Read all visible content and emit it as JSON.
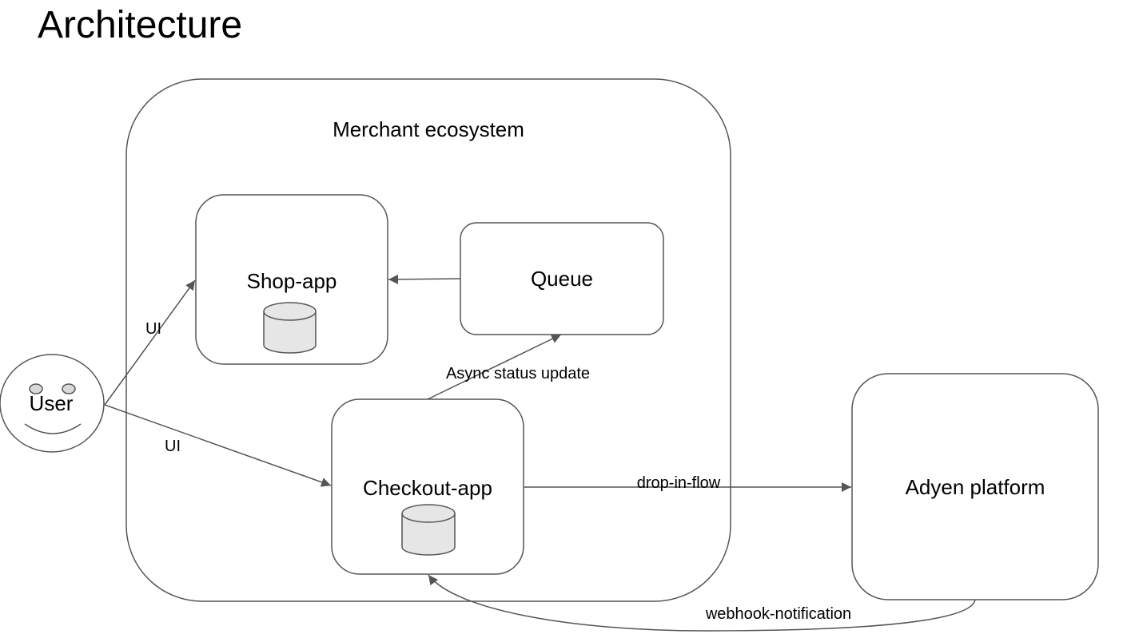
{
  "title": "Architecture",
  "nodes": {
    "merchant": {
      "label": "Merchant ecosystem"
    },
    "shop_app": {
      "label": "Shop-app"
    },
    "queue": {
      "label": "Queue"
    },
    "checkout_app": {
      "label": "Checkout-app"
    },
    "adyen": {
      "label": "Adyen platform"
    },
    "user": {
      "label": "User"
    }
  },
  "edges": {
    "user_to_shop": {
      "label": "UI"
    },
    "user_to_checkout": {
      "label": "UI"
    },
    "checkout_to_queue": {
      "label": "Async status update"
    },
    "checkout_to_adyen": {
      "label": "drop-in-flow"
    },
    "adyen_to_checkout": {
      "label": "webhook-notification"
    }
  },
  "colors": {
    "stroke": "#555555",
    "database_fill": "#e6e6e6",
    "background": "#ffffff"
  }
}
